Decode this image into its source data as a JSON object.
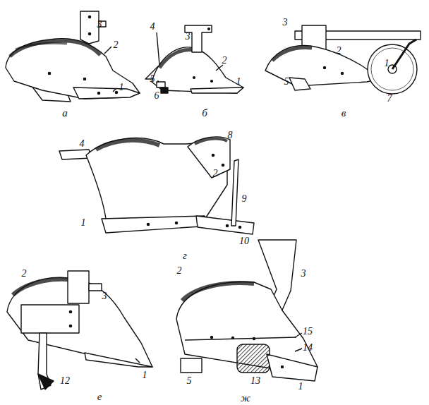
{
  "diagram": {
    "labels": [
      "3",
      "2",
      "1",
      "а",
      "4",
      "3",
      "2",
      "5",
      "6",
      "1",
      "б",
      "3",
      "2",
      "1",
      "5",
      "7",
      "в",
      "8",
      "4",
      "2",
      "9",
      "1",
      "10",
      "г",
      "2",
      "3",
      "12",
      "1",
      "е",
      "2",
      "3",
      "15",
      "14",
      "5",
      "13",
      "1",
      "ж"
    ]
  }
}
